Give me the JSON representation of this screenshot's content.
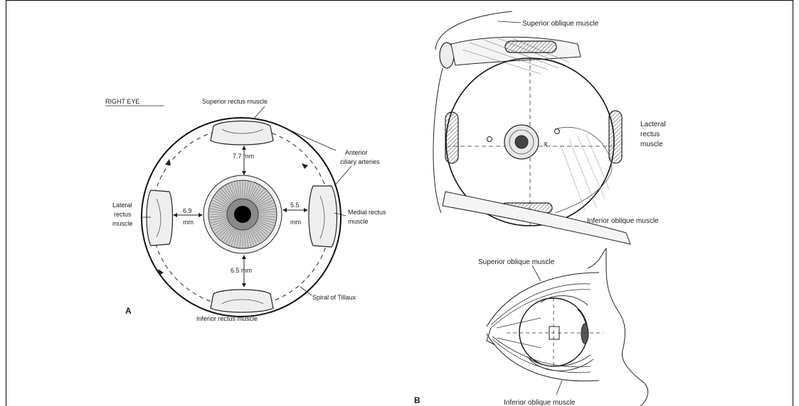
{
  "panel_a": {
    "heading": "RIGHT EYE",
    "panel_letter": "A",
    "labels": {
      "superior_rectus": "Superior rectus muscle",
      "anterior_ciliary_1": "Anterior",
      "anterior_ciliary_2": "ciliary arteries",
      "lateral_1": "Lateral",
      "lateral_2": "rectus",
      "lateral_3": "muscle",
      "medial_1": "Medial rectus",
      "medial_2": "muscle",
      "spiral": "Spiral of Tillaux",
      "inferior_rectus": "Inferior rectus muscle",
      "dist_superior": "7.7 mm",
      "dist_lateral_1": "6.9",
      "dist_lateral_2": "mm",
      "dist_medial_1": "5.5",
      "dist_medial_2": "mm",
      "dist_inferior": "6.5 mm"
    }
  },
  "panel_b": {
    "panel_letter": "B",
    "labels": {
      "superior_oblique_top": "Superior oblique muscle",
      "lateral_1": "Lacteral",
      "lateral_2": "rectus",
      "lateral_3": "muscle",
      "x_mark": "x",
      "inferior_oblique_top": "Inferior oblique muscle",
      "superior_oblique_side": "Superior oblique muscle",
      "inferior_oblique_side": "Inferior oblique muscle"
    }
  }
}
